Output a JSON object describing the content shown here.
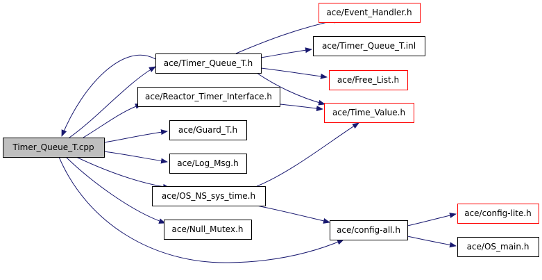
{
  "colors": {
    "edge": "#191970",
    "border_default": "#000000",
    "border_undocumented": "#ff0000",
    "fill_root": "#bfbfbf",
    "fill_default": "#ffffff"
  },
  "nodes": {
    "root": {
      "label": "Timer_Queue_T.cpp",
      "kind": "root"
    },
    "timer_queue_t_h": {
      "label": "ace/Timer_Queue_T.h",
      "kind": "default"
    },
    "reactor_timer_interface_h": {
      "label": "ace/Reactor_Timer_Interface.h",
      "kind": "default"
    },
    "guard_t_h": {
      "label": "ace/Guard_T.h",
      "kind": "default"
    },
    "log_msg_h": {
      "label": "ace/Log_Msg.h",
      "kind": "default"
    },
    "os_ns_sys_time_h": {
      "label": "ace/OS_NS_sys_time.h",
      "kind": "default"
    },
    "null_mutex_h": {
      "label": "ace/Null_Mutex.h",
      "kind": "default"
    },
    "event_handler_h": {
      "label": "ace/Event_Handler.h",
      "kind": "undocumented"
    },
    "timer_queue_t_inl": {
      "label": "ace/Timer_Queue_T.inl",
      "kind": "default"
    },
    "free_list_h": {
      "label": "ace/Free_List.h",
      "kind": "undocumented"
    },
    "time_value_h": {
      "label": "ace/Time_Value.h",
      "kind": "undocumented"
    },
    "config_all_h": {
      "label": "ace/config-all.h",
      "kind": "default"
    },
    "config_lite_h": {
      "label": "ace/config-lite.h",
      "kind": "undocumented"
    },
    "os_main_h": {
      "label": "ace/OS_main.h",
      "kind": "default"
    }
  },
  "edges": [
    {
      "from": "root",
      "to": "timer_queue_t_h"
    },
    {
      "from": "root",
      "to": "reactor_timer_interface_h"
    },
    {
      "from": "root",
      "to": "guard_t_h"
    },
    {
      "from": "root",
      "to": "log_msg_h"
    },
    {
      "from": "root",
      "to": "os_ns_sys_time_h"
    },
    {
      "from": "root",
      "to": "null_mutex_h"
    },
    {
      "from": "root",
      "to": "config_all_h"
    },
    {
      "from": "timer_queue_t_h",
      "to": "root"
    },
    {
      "from": "timer_queue_t_h",
      "to": "event_handler_h"
    },
    {
      "from": "timer_queue_t_h",
      "to": "timer_queue_t_inl"
    },
    {
      "from": "timer_queue_t_h",
      "to": "free_list_h"
    },
    {
      "from": "timer_queue_t_h",
      "to": "time_value_h"
    },
    {
      "from": "reactor_timer_interface_h",
      "to": "time_value_h"
    },
    {
      "from": "os_ns_sys_time_h",
      "to": "time_value_h"
    },
    {
      "from": "os_ns_sys_time_h",
      "to": "config_all_h"
    },
    {
      "from": "config_all_h",
      "to": "config_lite_h"
    },
    {
      "from": "config_all_h",
      "to": "os_main_h"
    }
  ]
}
